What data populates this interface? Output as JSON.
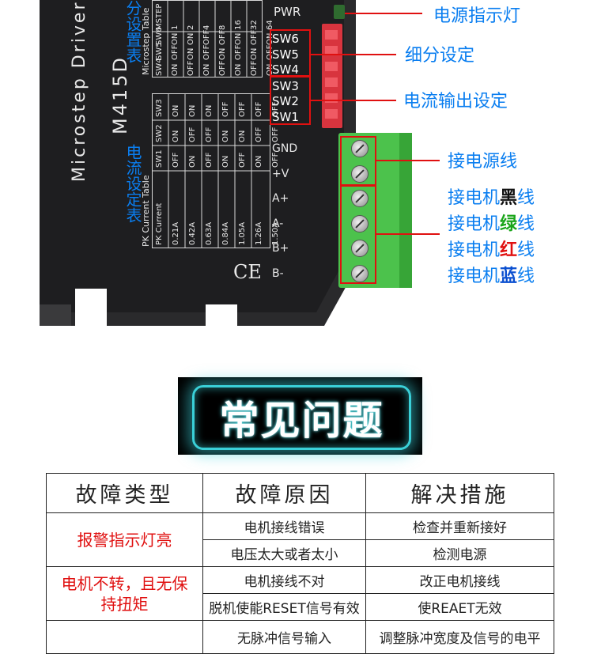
{
  "driver": {
    "brand_text": "Microstep Driver",
    "model": "M415D",
    "microstep_side_label": "分设置表",
    "current_side_label": "电流设定表",
    "microstep_table": {
      "title": "Microstep Table",
      "headers": [
        "MSTEP",
        "SW4",
        "SW5",
        "SW6"
      ],
      "rows": [
        [
          "1",
          "ON",
          "OFF",
          "ON"
        ],
        [
          "2",
          "OFF",
          "ON",
          "ON"
        ],
        [
          "4",
          "ON",
          "OFF",
          "OFF"
        ],
        [
          "8",
          "OFF",
          "ON",
          "OFF"
        ],
        [
          "16",
          "ON",
          "OFF",
          "ON"
        ],
        [
          "32",
          "OFF",
          "ON",
          "OFF"
        ],
        [
          "64",
          "ON",
          "OFF",
          "ON"
        ]
      ]
    },
    "current_table": {
      "title": "PK Current Table",
      "headers": [
        "PK Current",
        "SW1",
        "SW2",
        "SW3"
      ],
      "rows": [
        [
          "0.21A",
          "OFF",
          "ON",
          "ON"
        ],
        [
          "0.42A",
          "ON",
          "OFF",
          "ON"
        ],
        [
          "0.63A",
          "OFF",
          "OFF",
          "ON"
        ],
        [
          "0.84A",
          "ON",
          "ON",
          "OFF"
        ],
        [
          "1.05A",
          "OFF",
          "ON",
          "OFF"
        ],
        [
          "1.26A",
          "ON",
          "OFF",
          "OFF"
        ],
        [
          "1.50A",
          "OFF",
          "OFF",
          "OFF"
        ]
      ]
    },
    "ce_mark": "CE",
    "pwr_label": "PWR",
    "switch_labels": [
      "SW6",
      "SW5",
      "SW4",
      "SW3",
      "SW2",
      "SW1"
    ],
    "terminal_labels": [
      "GND",
      "+V",
      "A+",
      "A-",
      "B+",
      "B-"
    ]
  },
  "callouts": {
    "power_led": "电源指示灯",
    "microstep": "细分设定",
    "current_out": "电流输出设定",
    "power_wire": "接电源线",
    "motor_black": {
      "prefix": "接电机",
      "color_char": "黑",
      "suffix": "线",
      "color": "#111111"
    },
    "motor_green": {
      "prefix": "接电机",
      "color_char": "绿",
      "suffix": "线",
      "color": "#1aa51a"
    },
    "motor_red": {
      "prefix": "接电机",
      "color_char": "红",
      "suffix": "线",
      "color": "#e01010"
    },
    "motor_blue": {
      "prefix": "接电机",
      "color_char": "蓝",
      "suffix": "线",
      "color": "#0a4fd0"
    }
  },
  "banner": {
    "title": "常见问题"
  },
  "faq": {
    "headers": [
      "故障类型",
      "故障原因",
      "解决措施"
    ],
    "groups": [
      {
        "fault": "报警指示灯亮",
        "rows": [
          {
            "cause": "电机接线错误",
            "fix": "检查并重新接好"
          },
          {
            "cause": "电压太大或者太小",
            "fix": "检测电源"
          }
        ]
      },
      {
        "fault": "电机不转，且无保持扭矩",
        "rows": [
          {
            "cause": "电机接线不对",
            "fix": "改正电机接线"
          },
          {
            "cause": "脱机使能RESET信号有效",
            "fix": "使REAET无效"
          }
        ]
      },
      {
        "fault": "",
        "rows": [
          {
            "cause": "无脉冲信号输入",
            "fix": "调整脉冲宽度及信号的电平"
          }
        ]
      }
    ]
  },
  "colors": {
    "accent_red": "#e01010",
    "label_blue": "#0a7ef0",
    "terminal_green": "#4cc24c",
    "banner_glow": "#3ad0d8"
  }
}
